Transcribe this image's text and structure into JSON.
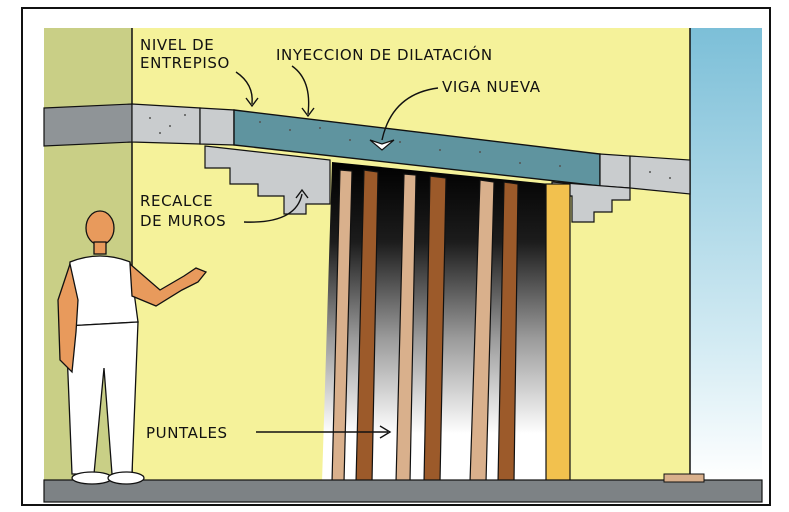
{
  "labels": {
    "nivel_line1": "NIVEL DE",
    "nivel_line2": "ENTREPISO",
    "inyeccion": "INYECCION DE DILATACIÓN",
    "viga": "VIGA NUEVA",
    "recalce_line1": "RECALCE",
    "recalce_line2": "DE MUROS",
    "puntales": "PUNTALES"
  },
  "colors": {
    "wall_yellow": "#f5f29a",
    "left_wall_green": "#c9cf86",
    "sky_blue": "#a8d4e6",
    "slab_gray": "#8f9497",
    "slab_light": "#c9ccce",
    "beam_teal": "#5f949f",
    "post_dark": "#9c5a2a",
    "post_light": "#d9b08c",
    "column_orange": "#f2c14e",
    "floor_gray": "#7d8285",
    "outline": "#111111"
  },
  "icons": {
    "person": "worker-figure-icon",
    "check": "chevron-down-icon"
  }
}
